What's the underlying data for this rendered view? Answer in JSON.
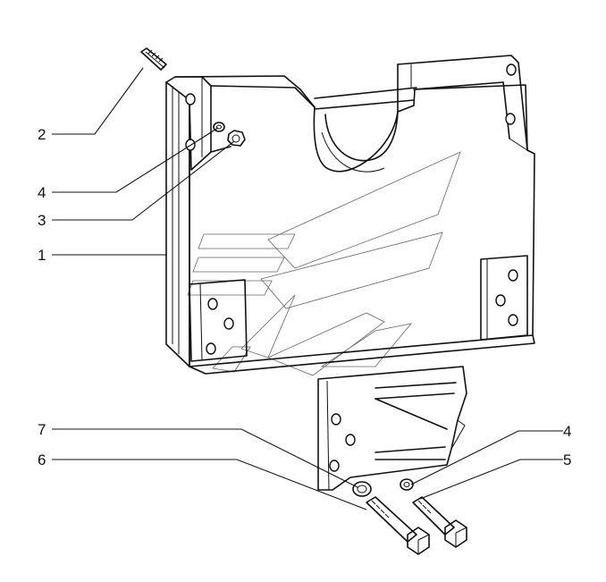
{
  "callouts": [
    {
      "id": "c2",
      "label": "2"
    },
    {
      "id": "c4a",
      "label": "4"
    },
    {
      "id": "c3",
      "label": "3"
    },
    {
      "id": "c1",
      "label": "1"
    },
    {
      "id": "c7",
      "label": "7"
    },
    {
      "id": "c6",
      "label": "6"
    },
    {
      "id": "c4b",
      "label": "4"
    },
    {
      "id": "c5",
      "label": "5"
    }
  ],
  "colors": {
    "ink": "#111111",
    "paper": "#ffffff",
    "watermark": "#666666"
  }
}
